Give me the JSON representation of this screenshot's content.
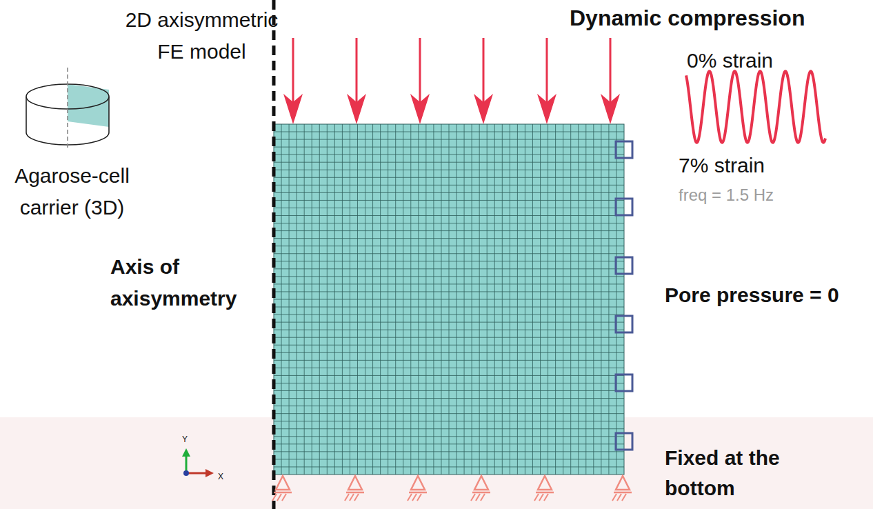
{
  "diagram": {
    "labels": [
      "2D axisymmetric FE model",
      "Agarose-cell carrier (3D)",
      "Dynamic compression",
      "0% strain",
      "7% strain",
      "freq = 1.5 Hz",
      "Axis of axisymmetry",
      "Pore pressure = 0",
      "Fixed at the bottom",
      "Y",
      "X"
    ]
  }
}
